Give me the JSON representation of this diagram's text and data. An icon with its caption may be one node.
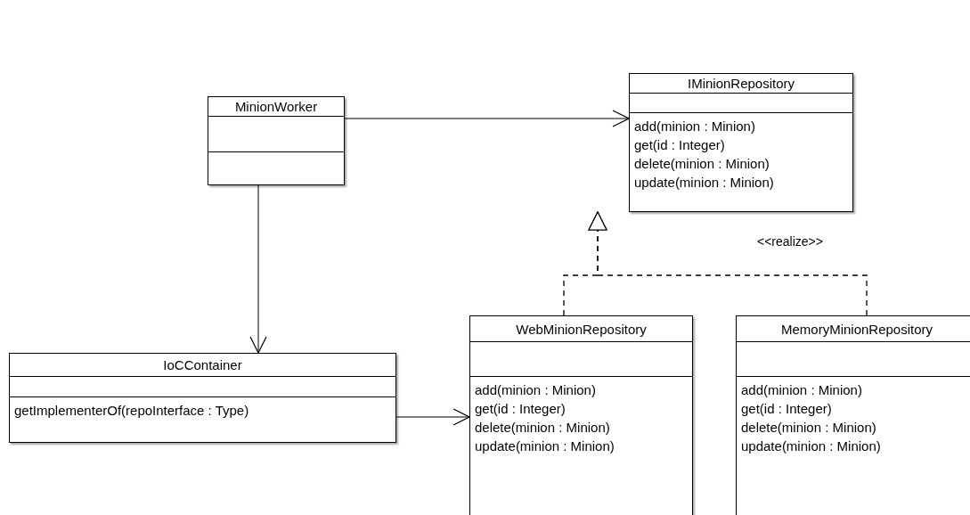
{
  "diagram": {
    "nodes": [
      {
        "text": [
          "MinionWorker"
        ]
      },
      {
        "text": [
          "IMinionRepository",
          "add(minion : Minion)",
          "get(id : Integer)",
          "delete(minion : Minion)",
          "update(minion : Minion)"
        ]
      },
      {
        "text": [
          "IoCContainer",
          "getImplementerOf(repoInterface : Type)"
        ]
      },
      {
        "text": [
          "WebMinionRepository",
          "add(minion : Minion)",
          "get(id : Integer)",
          "delete(minion : Minion)",
          "update(minion : Minion)"
        ]
      },
      {
        "text": [
          "MemoryMinionRepository",
          "add(minion : Minion)",
          "get(id : Integer)",
          "delete(minion : Minion)",
          "update(minion : Minion)"
        ]
      }
    ],
    "edges": [
      {
        "from": 0,
        "to": 1,
        "arrow": "to"
      },
      {
        "from": 0,
        "to": 2,
        "arrow": "to"
      },
      {
        "from": 2,
        "to": 3,
        "arrow": "to"
      },
      {
        "from": 3,
        "to": 1,
        "arrow": "to",
        "style": "dashed"
      },
      {
        "from": 4,
        "to": 1,
        "arrow": "to",
        "style": "dashed",
        "label": "<<realize>>"
      }
    ]
  }
}
